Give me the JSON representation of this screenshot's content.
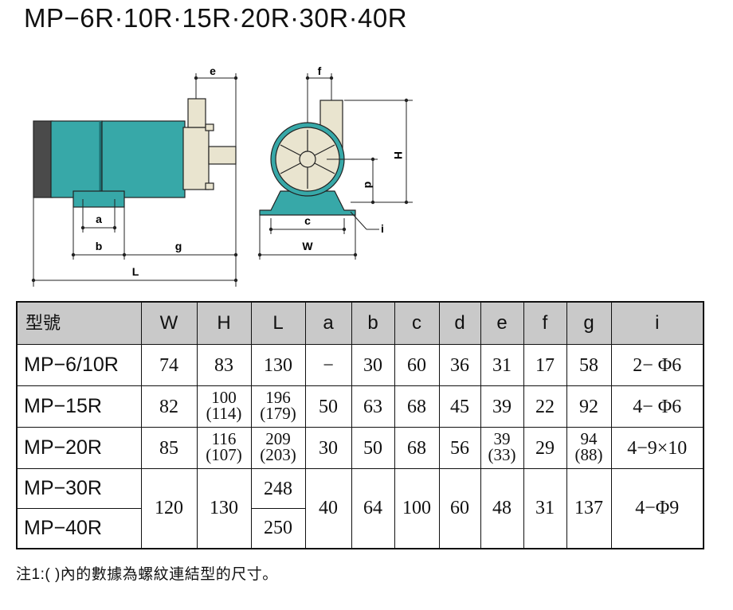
{
  "title": "MP−6R·10R·15R·20R·30R·40R",
  "diagram": {
    "side_view_labels": {
      "e": "e",
      "a": "a",
      "b": "b",
      "g": "g",
      "L": "L"
    },
    "front_view_labels": {
      "f": "f",
      "H": "H",
      "d": "d",
      "c": "c",
      "W": "W",
      "i": "i"
    },
    "colors": {
      "motor_body": "#37a8a8",
      "motor_dark": "#1b6f72",
      "end_cap": "#4a4a4a",
      "pump_head": "#e9e4cf",
      "outline": "#222222"
    }
  },
  "table": {
    "headers": [
      "型號",
      "W",
      "H",
      "L",
      "a",
      "b",
      "c",
      "d",
      "e",
      "f",
      "g",
      "i"
    ],
    "rows": [
      {
        "model": "MP−6/10R",
        "W": "74",
        "H": "83",
        "L": "130",
        "a": "−",
        "b": "30",
        "c": "60",
        "d": "36",
        "e": "31",
        "f": "17",
        "g": "58",
        "i": "2− Φ6"
      },
      {
        "model": "MP−15R",
        "W": "82",
        "H_top": "100",
        "H_bot": "(114)",
        "L_top": "196",
        "L_bot": "(179)",
        "a": "50",
        "b": "63",
        "c": "68",
        "d": "45",
        "e": "39",
        "f": "22",
        "g": "92",
        "i": "4− Φ6"
      },
      {
        "model": "MP−20R",
        "W": "85",
        "H_top": "116",
        "H_bot": "(107)",
        "L_top": "209",
        "L_bot": "(203)",
        "a": "30",
        "b": "50",
        "c": "68",
        "d": "56",
        "e_top": "39",
        "e_bot": "(33)",
        "f": "29",
        "g_top": "94",
        "g_bot": "(88)",
        "i": "4−9×10"
      },
      {
        "model": "MP−30R",
        "L": "248"
      },
      {
        "model": "MP−40R",
        "L": "250"
      }
    ],
    "shared_30_40": {
      "W": "120",
      "H": "130",
      "a": "40",
      "b": "64",
      "c": "100",
      "d": "60",
      "e": "48",
      "f": "31",
      "g": "137",
      "i": "4−Φ9"
    }
  },
  "note": "注1:(  )內的數據為螺紋連結型的尺寸。"
}
